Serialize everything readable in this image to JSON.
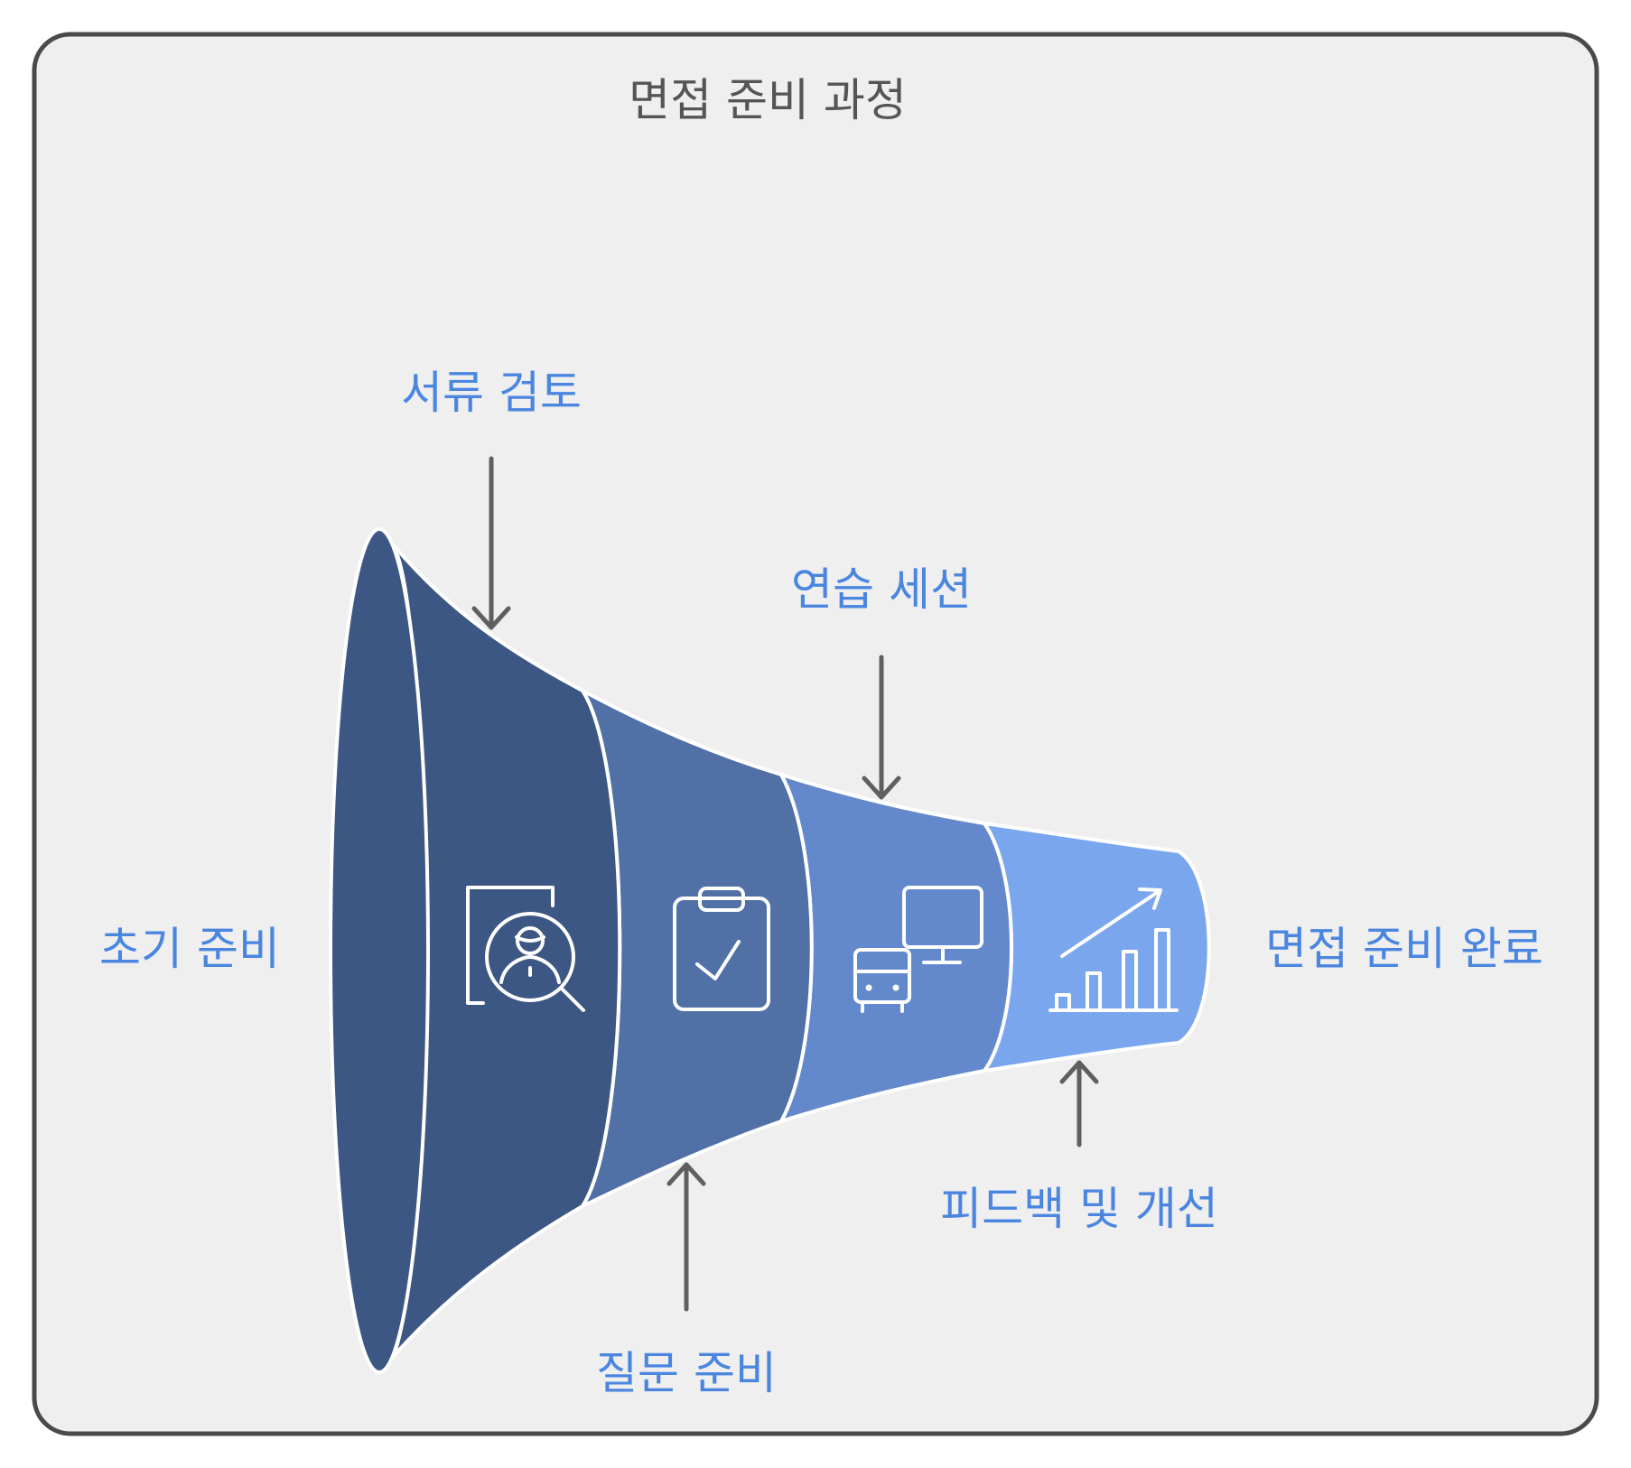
{
  "title": "면접 준비 과정",
  "colors": {
    "background": "#efefef",
    "frame": "#4a4a4a",
    "label": "#4a86e0",
    "segments": [
      "#3c5783",
      "#5070a6",
      "#6389cc",
      "#7aa6ee"
    ],
    "arrow": "#5f5f5f"
  },
  "start_label": "초기 준비",
  "end_label": "면접 준비 완료",
  "stages": [
    {
      "label": "서류 검토",
      "icon": "document-person-search-icon",
      "arrow": "top"
    },
    {
      "label": "질문 준비",
      "icon": "clipboard-check-icon",
      "arrow": "bottom"
    },
    {
      "label": "연습 세션",
      "icon": "monitor-bus-icon",
      "arrow": "top"
    },
    {
      "label": "피드백 및 개선",
      "icon": "growth-chart-icon",
      "arrow": "bottom"
    }
  ]
}
